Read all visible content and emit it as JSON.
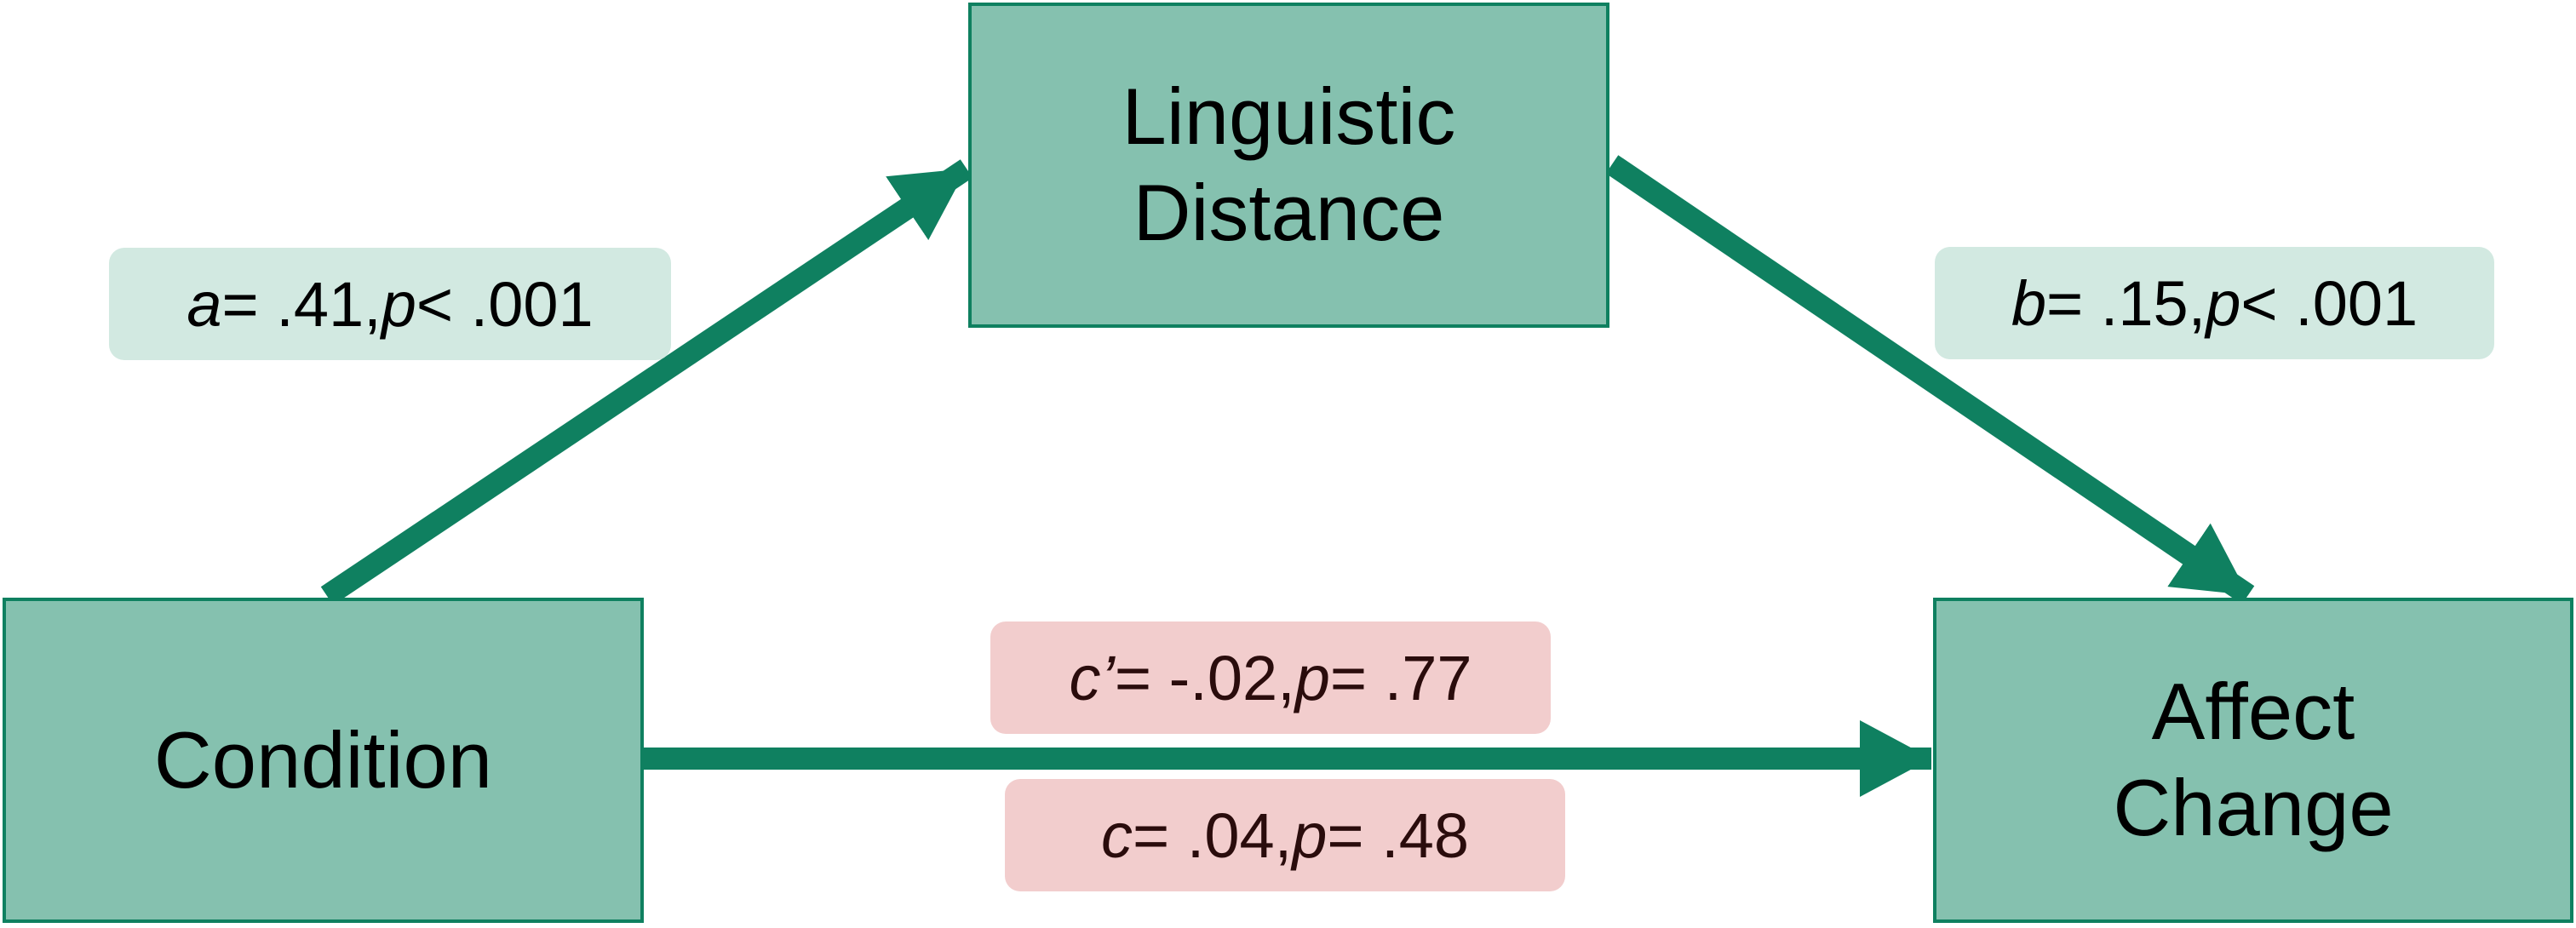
{
  "diagram": {
    "nodes": {
      "mediator": {
        "lines": [
          "Linguistic",
          "Distance"
        ]
      },
      "predictor": {
        "lines": [
          "Condition"
        ]
      },
      "outcome": {
        "lines": [
          "Affect",
          "Change"
        ]
      }
    },
    "paths": {
      "a": {
        "coef_symbol": "a",
        "coef_text": " = .41, ",
        "p_symbol": "p",
        "p_text": " < .001"
      },
      "b": {
        "coef_symbol": "b",
        "coef_text": " = .15, ",
        "p_symbol": "p",
        "p_text": " < .001"
      },
      "c_prime": {
        "coef_symbol": "c’",
        "coef_text": " = -.02, ",
        "p_symbol": "p",
        "p_text": " = .77"
      },
      "c": {
        "coef_symbol": "c",
        "coef_text": " = .04, ",
        "p_symbol": "p",
        "p_text": " = .48"
      }
    },
    "colors": {
      "node_fill": "#85c1af",
      "node_border": "#0f8060",
      "arrow": "#0f8060",
      "significant_label_bg": "#d2e9e1",
      "nonsignificant_label_bg": "#f2cdcd"
    }
  }
}
